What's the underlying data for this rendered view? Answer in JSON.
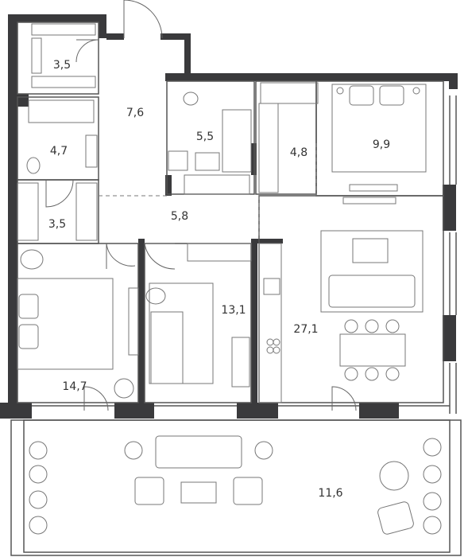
{
  "colors": {
    "wall": "#3a3a3c",
    "line": "#555555",
    "light_line": "#9a9a9a",
    "background": "#ffffff"
  },
  "rooms": [
    {
      "id": "storage-top",
      "area": "3,5"
    },
    {
      "id": "hall",
      "area": "7,6"
    },
    {
      "id": "bathroom-2",
      "area": "5,5"
    },
    {
      "id": "wardrobe-2",
      "area": "4,8"
    },
    {
      "id": "bedroom-2",
      "area": "9,9"
    },
    {
      "id": "bathroom-1",
      "area": "4,7"
    },
    {
      "id": "wardrobe-1",
      "area": "3,5"
    },
    {
      "id": "corridor",
      "area": "5,8"
    },
    {
      "id": "study",
      "area": "13,1"
    },
    {
      "id": "living-kitchen",
      "area": "27,1"
    },
    {
      "id": "master-bedroom",
      "area": "14,7"
    },
    {
      "id": "terrace",
      "area": "11,6"
    }
  ],
  "icons": {
    "plant": "plant-icon",
    "sofa": "sofa-icon",
    "bed": "bed-icon",
    "chair": "chair-icon",
    "table": "table-icon"
  }
}
